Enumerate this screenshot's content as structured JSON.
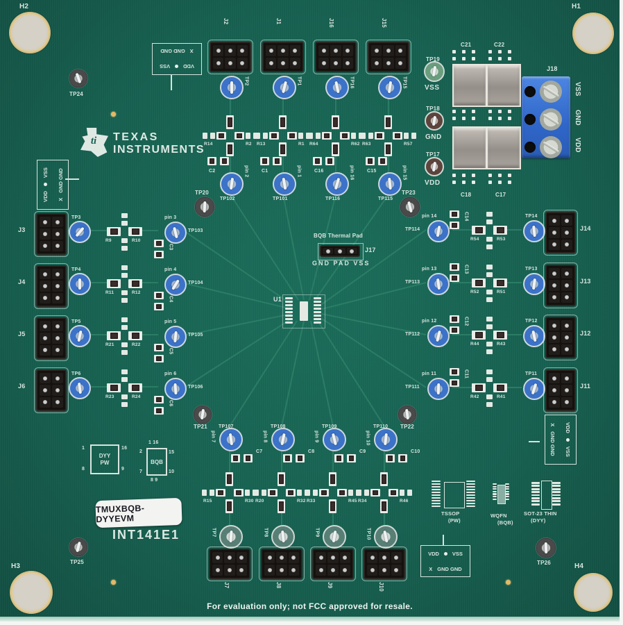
{
  "board": {
    "part_number_label": "TMUXBQB-DYYEVM",
    "board_id": "INT141E1",
    "eval_notice": "For evaluation only; not FCC approved for resale.",
    "brand": {
      "line1": "TEXAS",
      "line2": "INSTRUMENTS",
      "logo_glyph": "ti"
    },
    "colors": {
      "pcb_green": "#176151",
      "silkscreen": "#D8E5DF",
      "testpoint_blue": "#3C72C8",
      "terminal_blue": "#2F6FD0",
      "pad_gold": "#E9D49C"
    }
  },
  "mounting_holes": [
    {
      "label": "H2"
    },
    {
      "label": "H1"
    },
    {
      "label": "H3"
    },
    {
      "label": "H4"
    }
  ],
  "misc_testpoints": [
    {
      "label": "TP24"
    },
    {
      "label": "TP20"
    },
    {
      "label": "TP23"
    },
    {
      "label": "TP21"
    },
    {
      "label": "TP22"
    },
    {
      "label": "TP25"
    },
    {
      "label": "TP26"
    }
  ],
  "power": {
    "testpoints": [
      {
        "label": "TP19",
        "net": "VSS"
      },
      {
        "label": "TP18",
        "net": "GND"
      },
      {
        "label": "TP17",
        "net": "VDD"
      }
    ],
    "capacitors": [
      "C21",
      "C22",
      "C18",
      "C17"
    ],
    "terminal_block": {
      "label": "J18",
      "pins": [
        "VSS",
        "GND",
        "VDD"
      ]
    }
  },
  "center": {
    "ic": "U1",
    "thermal_title": "BQB Thermal Pad",
    "jumper": "J17",
    "jumper_pins": "GND PAD VSS"
  },
  "legend": {
    "row1_left": "VDD",
    "row1_right": "VSS",
    "row2_left": "X",
    "row2_right": "GND GND"
  },
  "channels": {
    "top": [
      {
        "connector": "J2",
        "tp": "TP2",
        "tp_line": "TP102",
        "pin": "pin 2",
        "cap": "C2",
        "r_left": "R14",
        "r_right": "R2"
      },
      {
        "connector": "J1",
        "tp": "TP1",
        "tp_line": "TP101",
        "pin": "pin 1",
        "cap": "C1",
        "r_left": "R13",
        "r_right": "R1"
      },
      {
        "connector": "J16",
        "tp": "TP16",
        "tp_line": "TP116",
        "pin": "pin 16",
        "cap": "C16",
        "r_left": "R64",
        "r_right": "R62"
      },
      {
        "connector": "J15",
        "tp": "TP15",
        "tp_line": "TP115",
        "pin": "pin 15",
        "cap": "C15",
        "r_left": "R63",
        "r_right": "R57"
      }
    ],
    "left": [
      {
        "connector": "J3",
        "tp": "TP3",
        "tp_line": "TP103",
        "pin": "pin 3",
        "cap": "C3",
        "r_left": "R9",
        "r_right": "R10"
      },
      {
        "connector": "J4",
        "tp": "TP4",
        "tp_line": "TP104",
        "pin": "pin 4",
        "cap": "C4",
        "r_left": "R11",
        "r_right": "R12"
      },
      {
        "connector": "J5",
        "tp": "TP5",
        "tp_line": "TP105",
        "pin": "pin 5",
        "cap": "C5",
        "r_left": "R21",
        "r_right": "R22"
      },
      {
        "connector": "J6",
        "tp": "TP6",
        "tp_line": "TP106",
        "pin": "pin 6",
        "cap": "C6",
        "r_left": "R23",
        "r_right": "R24"
      }
    ],
    "right": [
      {
        "connector": "J14",
        "tp": "TP14",
        "tp_line": "TP114",
        "pin": "pin 14",
        "cap": "C14",
        "r_left": "R54",
        "r_right": "R53"
      },
      {
        "connector": "J13",
        "tp": "TP13",
        "tp_line": "TP113",
        "pin": "pin 13",
        "cap": "C13",
        "r_left": "R52",
        "r_right": "R51"
      },
      {
        "connector": "J12",
        "tp": "TP12",
        "tp_line": "TP112",
        "pin": "pin 12",
        "cap": "C12",
        "r_left": "R44",
        "r_right": "R43"
      },
      {
        "connector": "J11",
        "tp": "TP11",
        "tp_line": "TP111",
        "pin": "pin 11",
        "cap": "C11",
        "r_left": "R42",
        "r_right": "R41"
      }
    ],
    "bottom": [
      {
        "connector": "J7",
        "tp": "TP7",
        "tp_line": "TP107",
        "pin": "pin 7",
        "cap": "C7",
        "r_left": "R15",
        "r_right": "R30"
      },
      {
        "connector": "J8",
        "tp": "TP8",
        "tp_line": "TP108",
        "pin": "pin 8",
        "cap": "C8",
        "r_left": "R20",
        "r_right": "R32"
      },
      {
        "connector": "J9",
        "tp": "TP9",
        "tp_line": "TP109",
        "pin": "pin 9",
        "cap": "C9",
        "r_left": "R33",
        "r_right": "R45"
      },
      {
        "connector": "J10",
        "tp": "TP10",
        "tp_line": "TP110",
        "pin": "pin 10",
        "cap": "C10",
        "r_left": "R34",
        "r_right": "R46"
      }
    ]
  },
  "packages": {
    "dyy_pw": {
      "title": "DYY",
      "subtitle": "PW",
      "pin_tl": "1",
      "pin_tr": "16",
      "pin_bl": "8",
      "pin_br": "9"
    },
    "bqb": {
      "title": "BQB",
      "pins_top": "1 16",
      "pin_lt": "2",
      "pin_rt": "15",
      "pin_lb": "7",
      "pin_rb": "10",
      "pins_bottom": "8 9"
    }
  },
  "footprints": [
    {
      "name": "TSSOP",
      "pkg": "(PW)"
    },
    {
      "name": "WQFN",
      "pkg": "(BQB)"
    },
    {
      "name": "SOT-23 THIN",
      "pkg": "(DYY)"
    }
  ]
}
